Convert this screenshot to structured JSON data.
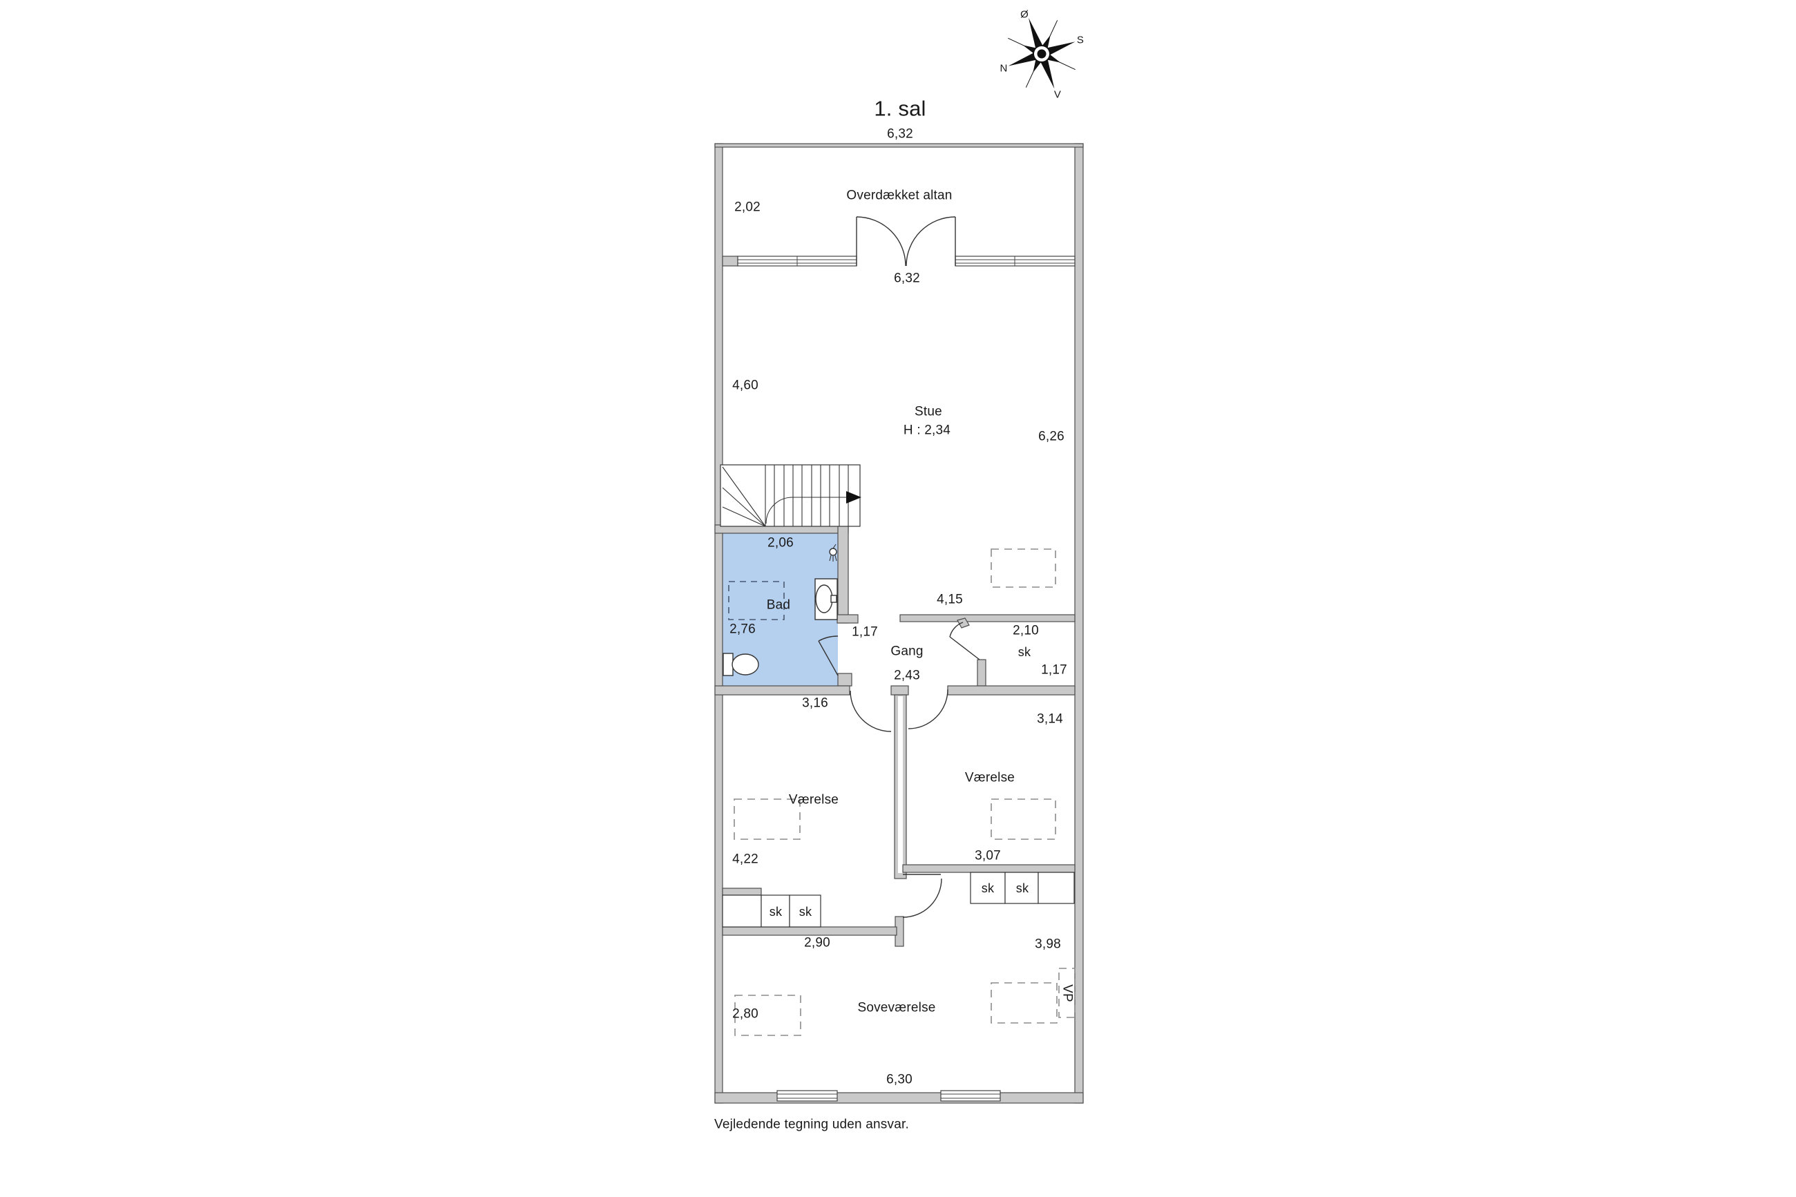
{
  "title": "1. sal",
  "footer": "Vejledende tegning uden ansvar.",
  "compass": {
    "north": "N",
    "south": "S",
    "east": "Ø",
    "west": "V"
  },
  "colors": {
    "wall": "#c9c9c9",
    "wall_outline": "#4c4c4c",
    "bathroom_fill": "#b5cfee",
    "line": "#333333",
    "text": "#1a1a1a"
  },
  "rooms": {
    "balcony": {
      "name": "Overdækket altan",
      "width": "6,32",
      "depth": "2,02",
      "width_inner": "6,32"
    },
    "stue": {
      "name": "Stue",
      "height_note": "H : 2,34",
      "dim_left": "4,60",
      "dim_right": "6,26",
      "dim_wall": "4,15"
    },
    "bad": {
      "name": "Bad",
      "dim_top": "2,06",
      "dim_left": "2,76",
      "door": "1,17"
    },
    "gang": {
      "name": "Gang",
      "dim": "2,43"
    },
    "closet_room": {
      "label": "sk",
      "dim_top": "2,10",
      "dim_right": "1,17"
    },
    "vaerelse_left": {
      "name": "Værelse",
      "dim_top": "3,16",
      "dim_left": "4,22",
      "closets": [
        "sk",
        "sk"
      ]
    },
    "vaerelse_right": {
      "name": "Værelse",
      "dim_top": "3,14",
      "dim_bottom": "3,07",
      "closets": [
        "sk",
        "sk"
      ]
    },
    "sovevaerelse": {
      "name": "Soveværelse",
      "dim_top_left": "2,90",
      "dim_top_right": "3,98",
      "dim_left": "2,80",
      "dim_bottom": "6,30",
      "heatpump": "VP"
    }
  }
}
